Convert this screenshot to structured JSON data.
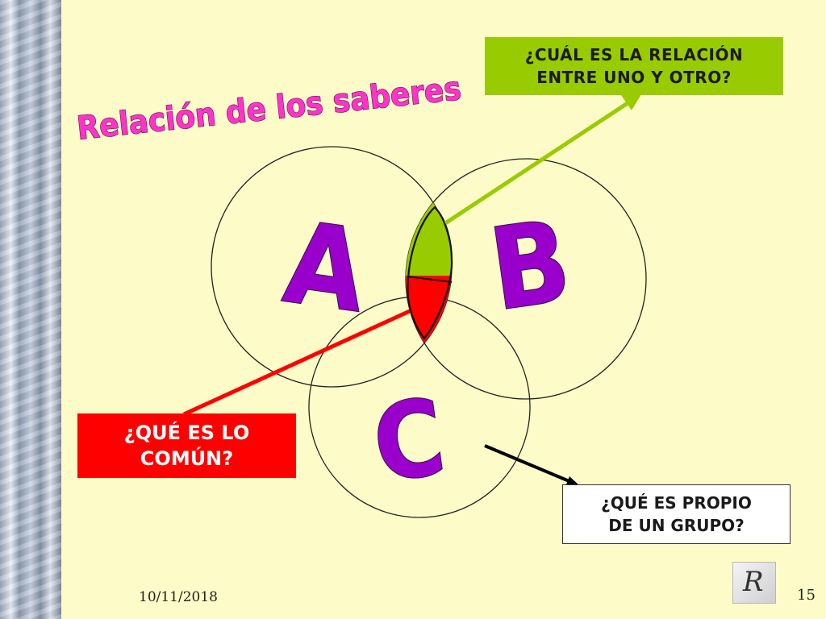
{
  "title": "Relación de los saberes",
  "letters": {
    "a": "A",
    "b": "B",
    "c": "C"
  },
  "boxes": {
    "relation": {
      "line1": "¿CUÁL ES LA RELACIÓN",
      "line2": "ENTRE UNO Y OTRO?",
      "color": "#99cc00"
    },
    "common": {
      "line1": "¿QUÉ ES LO",
      "line2": "COMÚN?",
      "color": "#ff0000"
    },
    "own": {
      "line1": "¿QUÉ ES PROPIO",
      "line2": "DE UN GRUPO?",
      "color": "#ffffff"
    }
  },
  "footer": {
    "date": "10/11/2018",
    "page": "15",
    "logo_text": "R"
  },
  "colors": {
    "background": "#fdfbc8",
    "title": "#ff33cc",
    "letters": "#9900cc",
    "green_arrow": "#99cc00",
    "red_arrow": "#ff0000"
  }
}
